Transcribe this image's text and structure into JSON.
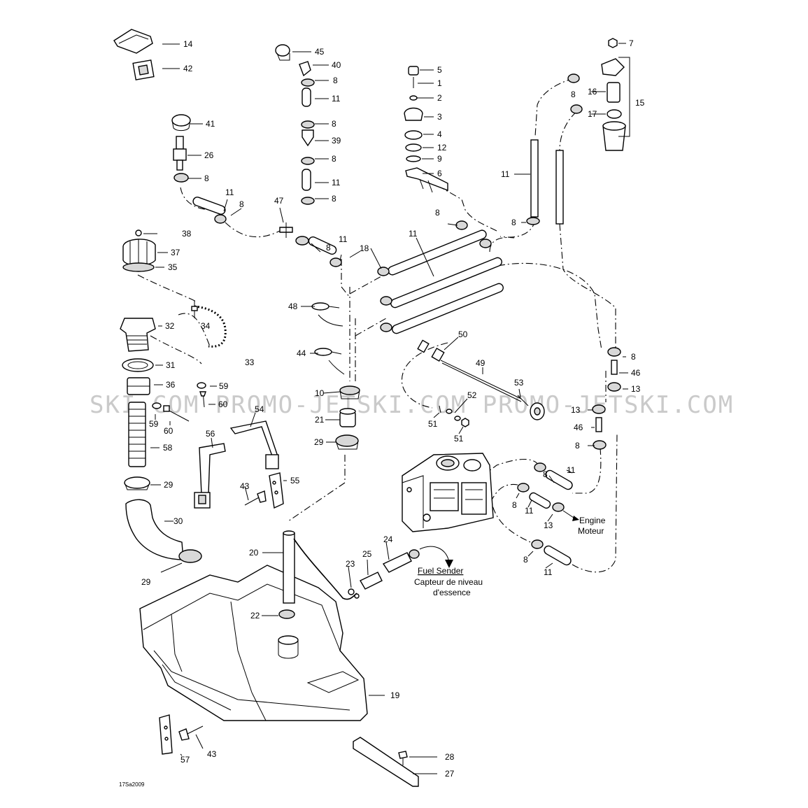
{
  "diagram_code": "17Sa2009",
  "watermark": "SKI.COM PROMO-JETSKI.COM PROMO-JETSKI.COM",
  "annotations": {
    "engine_en": "Engine",
    "engine_fr": "Moteur",
    "fuel_sender_en": "Fuel Sender",
    "fuel_sender_fr_1": "Capteur de niveau",
    "fuel_sender_fr_2": "d'essence"
  },
  "callouts": {
    "c14": "14",
    "c42": "42",
    "c45": "45",
    "c40": "40",
    "c5": "5",
    "c1": "1",
    "c2": "2",
    "c7": "7",
    "c16": "16",
    "c15": "15",
    "c17": "17",
    "c3": "3",
    "c4": "4",
    "c12": "12",
    "c9": "9",
    "c6": "6",
    "c41": "41",
    "c26": "26",
    "c39": "39",
    "c38": "38",
    "c37": "37",
    "c35": "35",
    "c47": "47",
    "c18": "18",
    "c34": "34",
    "c32": "32",
    "c33": "33",
    "c31": "31",
    "c36": "36",
    "c59": "59",
    "c60": "60",
    "c58": "58",
    "c30": "30",
    "c48": "48",
    "c44": "44",
    "c10": "10",
    "c21": "21",
    "c54": "54",
    "c56": "56",
    "c55": "55",
    "c43": "43",
    "c50": "50",
    "c49": "49",
    "c53": "53",
    "c52": "52",
    "c51": "51",
    "c46": "46",
    "c13": "13",
    "c8": "8",
    "c11": "11",
    "c29": "29",
    "c20": "20",
    "c23": "23",
    "c25": "25",
    "c24": "24",
    "c22": "22",
    "c19": "19",
    "c28": "28",
    "c27": "27",
    "c57": "57"
  }
}
